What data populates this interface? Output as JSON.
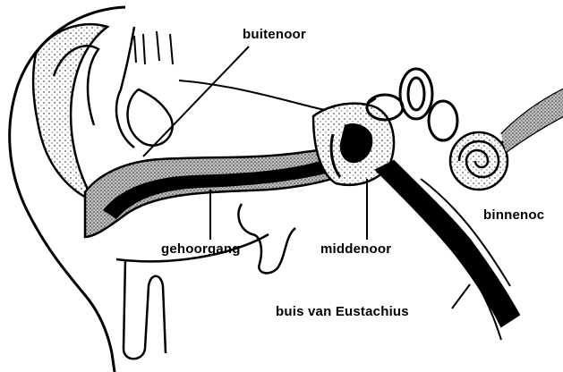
{
  "labels": {
    "outer_ear": "buitenoor",
    "inner_ear": "binnenoc",
    "ear_canal": "gehoorgang",
    "middle_ear": "middenoor",
    "eustachian_tube": "buis van Eustachius"
  },
  "colors": {
    "ink": "#000000",
    "background": "#ffffff",
    "shade": "#9a9a9a"
  }
}
